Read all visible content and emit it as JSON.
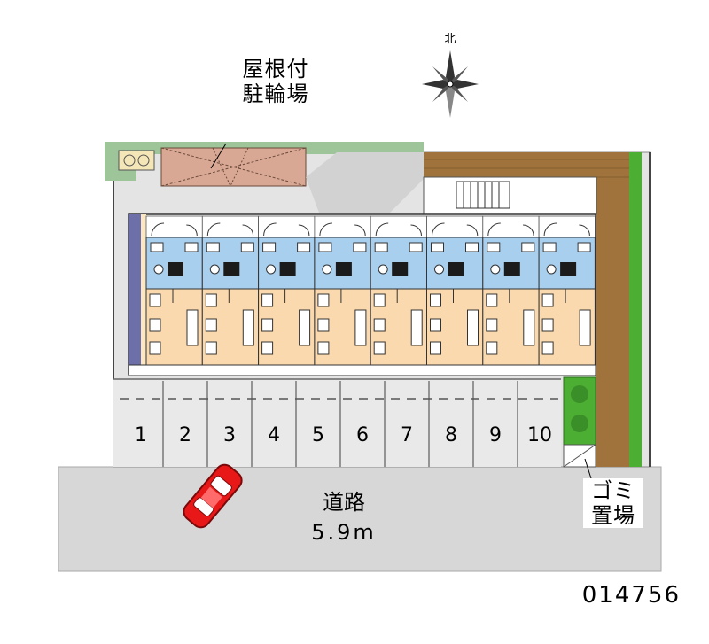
{
  "labels": {
    "bike_parking": {
      "line1": "屋根付",
      "line2": "駐輪場"
    },
    "garbage": {
      "line1": "ゴミ",
      "line2": "置場"
    },
    "road_name": "道路",
    "road_width": "5.9m",
    "property_code": "014756",
    "north": "北"
  },
  "parking_spaces": [
    "1",
    "2",
    "3",
    "4",
    "5",
    "6",
    "7",
    "8",
    "9",
    "10"
  ],
  "units_count_label": "",
  "colors": {
    "room_blue": "#a9cfee",
    "room_peach": "#fbd9ae",
    "wall_brown": "#a0733c",
    "road_gray": "#d7d7d7",
    "site_gray": "#e4e4e4",
    "bike_roof": "#d9a894",
    "hedge_green": "#4cae32",
    "car_red": "#e81818"
  }
}
